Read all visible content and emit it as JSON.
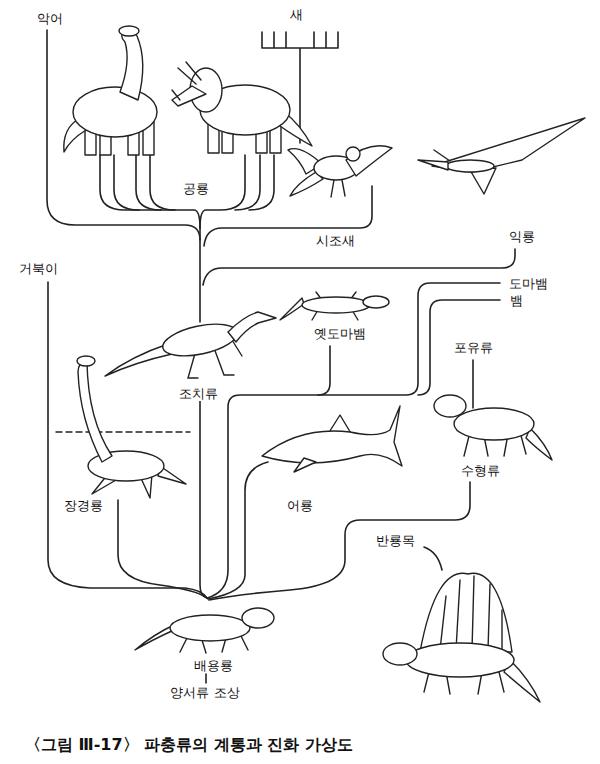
{
  "diagram": {
    "caption": "〈그림 Ⅲ-17〉 파충류의 계통과 진화 가상도",
    "labels": [
      "악어",
      "새",
      "공룡",
      "시조새",
      "익룡",
      "거북이",
      "도마뱀",
      "뱀",
      "옛도마뱀",
      "포유류",
      "조치류",
      "수형류",
      "장경룡",
      "어룡",
      "반룡목",
      "배용룡",
      "양서류 조상"
    ]
  }
}
